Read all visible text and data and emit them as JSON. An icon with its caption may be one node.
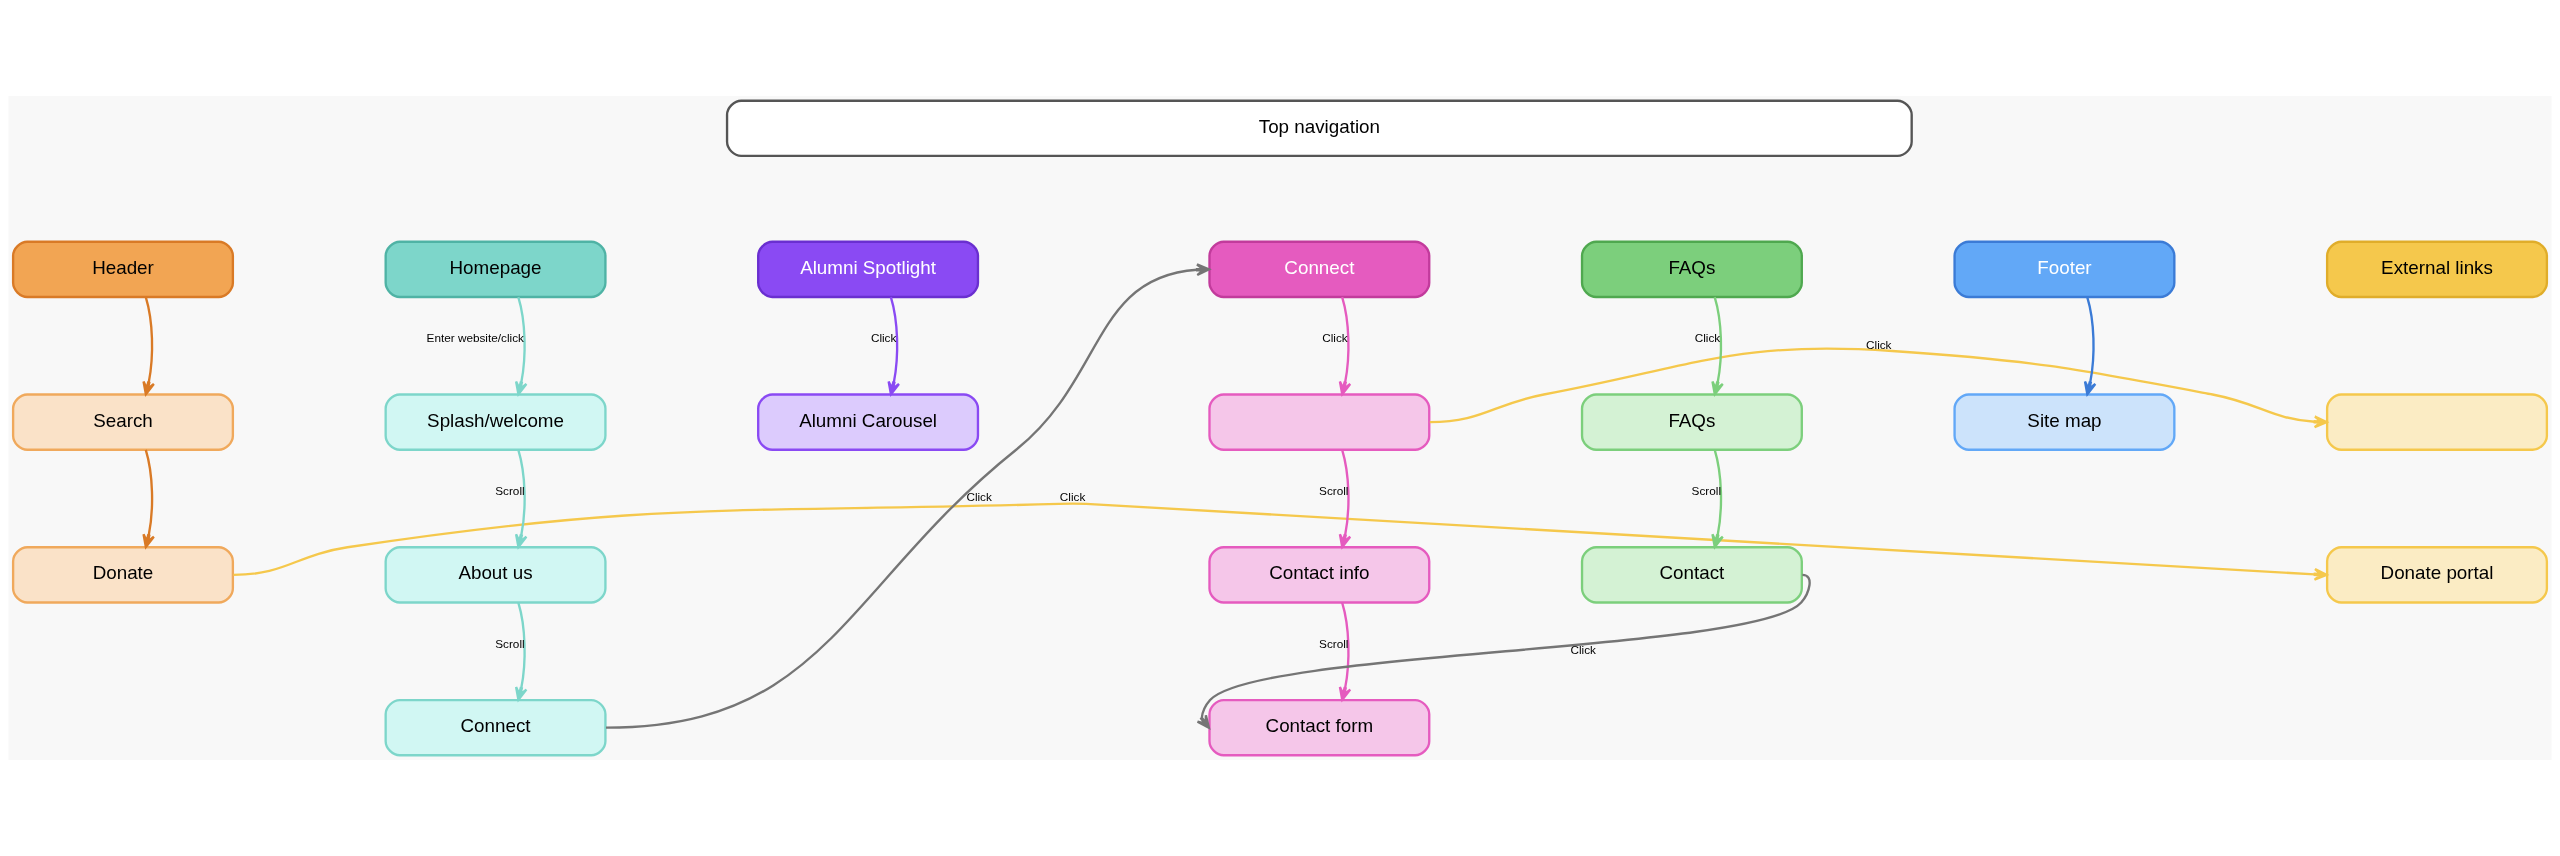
{
  "diagram": {
    "nodes": [
      {
        "text": [
          "Top navigation"
        ]
      },
      {
        "text": [
          "Header"
        ]
      },
      {
        "text": [
          "Search"
        ]
      },
      {
        "text": [
          "Donate"
        ]
      },
      {
        "text": [
          "Homepage"
        ]
      },
      {
        "text": [
          "Splash/welcome"
        ]
      },
      {
        "text": [
          "About us"
        ]
      },
      {
        "text": [
          "Connect"
        ]
      },
      {
        "text": [
          "Alumni Spotlight"
        ]
      },
      {
        "text": [
          "Alumni Carousel"
        ]
      },
      {
        "text": [
          "Connect"
        ]
      },
      {
        "text": [],
        "shape": "box"
      },
      {
        "text": [
          "Contact info"
        ]
      },
      {
        "text": [
          "Contact form"
        ]
      },
      {
        "text": [
          "FAQs"
        ]
      },
      {
        "text": [
          "FAQs"
        ]
      },
      {
        "text": [
          "Contact"
        ]
      },
      {
        "text": [
          "Footer"
        ]
      },
      {
        "text": [
          "Site map"
        ]
      },
      {
        "text": [
          "External links"
        ]
      },
      {
        "text": [],
        "shape": "box"
      },
      {
        "text": [
          "Donate portal"
        ]
      }
    ],
    "edges": [
      {
        "from": 1,
        "to": 2,
        "arrow": "to",
        "color": "#d97a26"
      },
      {
        "from": 2,
        "to": 3,
        "arrow": "to",
        "color": "#d97a26"
      },
      {
        "from": 4,
        "to": 5,
        "arrow": "to",
        "label": "Enter website/click",
        "color": "#7dd6ca"
      },
      {
        "from": 5,
        "to": 6,
        "arrow": "to",
        "label": "Scroll",
        "color": "#7dd6ca"
      },
      {
        "from": 6,
        "to": 7,
        "arrow": "to",
        "label": "Scroll",
        "color": "#7dd6ca"
      },
      {
        "from": 8,
        "to": 9,
        "arrow": "to",
        "label": "Click",
        "color": "#8a4af3"
      },
      {
        "from": 10,
        "to": 11,
        "arrow": "to",
        "label": "Click",
        "color": "#e55bbf"
      },
      {
        "from": 11,
        "to": 12,
        "arrow": "to",
        "label": "Scroll",
        "color": "#e55bbf"
      },
      {
        "from": 12,
        "to": 13,
        "arrow": "to",
        "label": "Scroll",
        "color": "#e55bbf"
      },
      {
        "from": 14,
        "to": 15,
        "arrow": "to",
        "label": "Click",
        "color": "#7ccf7c"
      },
      {
        "from": 15,
        "to": 16,
        "arrow": "to",
        "label": "Scroll",
        "color": "#7ccf7c"
      },
      {
        "from": 17,
        "to": 18,
        "arrow": "to",
        "color": "#3b7bd6"
      },
      {
        "from": 7,
        "to": 10,
        "arrow": "to",
        "label": "Click",
        "color": "#757575"
      },
      {
        "from": 16,
        "to": 13,
        "arrow": "to",
        "label": "Click",
        "color": "#757575"
      },
      {
        "from": 11,
        "to": 20,
        "arrow": "to",
        "label": "Click",
        "color": "#f5c84c"
      },
      {
        "from": 3,
        "to": 21,
        "arrow": "to",
        "label": "Click",
        "color": "#f5c84c"
      }
    ]
  }
}
